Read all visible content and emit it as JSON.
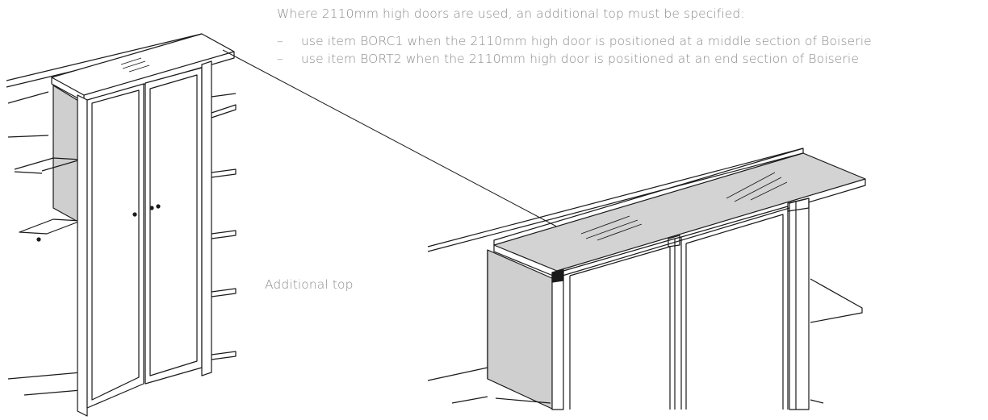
{
  "notes": {
    "intro": "Where 2110mm high doors are used, an additional top must be specified:",
    "bullets": [
      "use item BORC1 when the 2110mm high door is positioned at a middle section of Boiserie",
      "use item BORT2 when the 2110mm high door is positioned at an end section of Boiserie"
    ],
    "bullet_marker": "–"
  },
  "callout": {
    "label": "Additional top"
  },
  "colors": {
    "text": "#8c8c8c",
    "line": "#1a1a1a",
    "panel_fill": "#cfcfcf",
    "top_fill": "#d3d3d3"
  }
}
